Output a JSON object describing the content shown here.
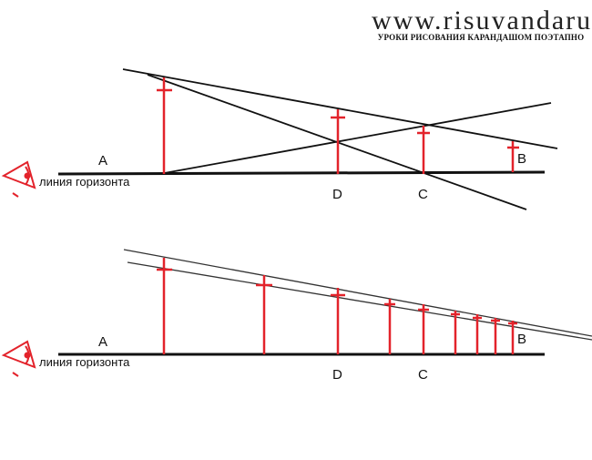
{
  "watermark": {
    "site": "www.risuyandaru.ru",
    "subtitle": "УРОКИ РИСОВАНИЯ КАРАНДАШОМ ПОЭТАПНО"
  },
  "diagram_top": {
    "points": {
      "a": "A",
      "b": "B",
      "c": "C",
      "d": "D"
    },
    "horizon_label": "линия горизонта"
  },
  "diagram_bottom": {
    "points": {
      "a": "A",
      "b": "B",
      "c": "C",
      "d": "D"
    },
    "horizon_label": "линия горизонта"
  },
  "colors": {
    "construction": "#111111",
    "measure": "#e3232b",
    "eye": "#e3232b"
  },
  "icons": {
    "eye": "eye-icon"
  }
}
